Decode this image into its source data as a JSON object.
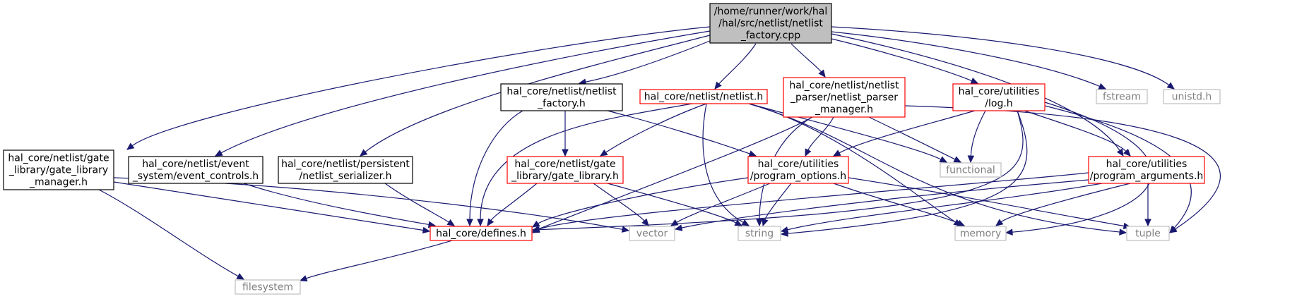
{
  "diagram": {
    "nodes": [
      {
        "id": "root",
        "lines": [
          "/home/runner/work/hal",
          "/hal/src/netlist/netlist",
          "_factory.cpp"
        ],
        "style": "root"
      },
      {
        "id": "glm",
        "lines": [
          "hal_core/netlist/gate",
          "_library/gate_library",
          "_manager.h"
        ],
        "style": "black"
      },
      {
        "id": "ec",
        "lines": [
          "hal_core/netlist/event",
          "_system/event_controls.h"
        ],
        "style": "black"
      },
      {
        "id": "ns",
        "lines": [
          "hal_core/netlist/persistent",
          "/netlist_serializer.h"
        ],
        "style": "black"
      },
      {
        "id": "nf",
        "lines": [
          "hal_core/netlist/netlist",
          "_factory.h"
        ],
        "style": "black"
      },
      {
        "id": "nl",
        "lines": [
          "hal_core/netlist/netlist.h"
        ],
        "style": "red"
      },
      {
        "id": "npm",
        "lines": [
          "hal_core/netlist/netlist",
          "_parser/netlist_parser",
          "_manager.h"
        ],
        "style": "red"
      },
      {
        "id": "log",
        "lines": [
          "hal_core/utilities",
          "/log.h"
        ],
        "style": "red"
      },
      {
        "id": "fstream",
        "lines": [
          "fstream"
        ],
        "style": "gray"
      },
      {
        "id": "unistd",
        "lines": [
          "unistd.h"
        ],
        "style": "gray"
      },
      {
        "id": "gl",
        "lines": [
          "hal_core/netlist/gate",
          "_library/gate_library.h"
        ],
        "style": "red"
      },
      {
        "id": "po",
        "lines": [
          "hal_core/utilities",
          "/program_options.h"
        ],
        "style": "red"
      },
      {
        "id": "functional",
        "lines": [
          "functional"
        ],
        "style": "gray"
      },
      {
        "id": "pa",
        "lines": [
          "hal_core/utilities",
          "/program_arguments.h"
        ],
        "style": "red"
      },
      {
        "id": "defines",
        "lines": [
          "hal_core/defines.h"
        ],
        "style": "red"
      },
      {
        "id": "vector",
        "lines": [
          "vector"
        ],
        "style": "gray"
      },
      {
        "id": "string",
        "lines": [
          "string"
        ],
        "style": "gray"
      },
      {
        "id": "memory",
        "lines": [
          "memory"
        ],
        "style": "gray"
      },
      {
        "id": "tuple",
        "lines": [
          "tuple"
        ],
        "style": "gray"
      },
      {
        "id": "filesystem",
        "lines": [
          "filesystem"
        ],
        "style": "gray"
      }
    ],
    "colors": {
      "edge": "#191970",
      "root_fill": "#bfbfbf",
      "black_stroke": "#000000",
      "red_stroke": "#ff0000",
      "gray_stroke": "#bfbfbf",
      "gray_text": "#7f7f7f",
      "text": "#000000"
    }
  }
}
